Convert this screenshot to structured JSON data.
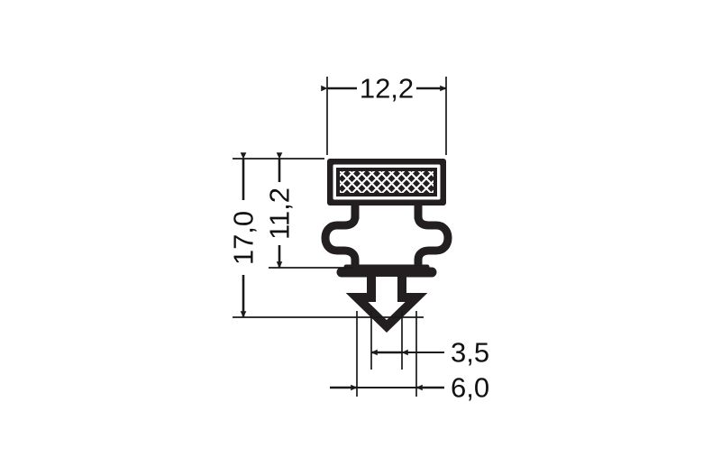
{
  "drawing": {
    "type": "technical-cross-section",
    "subject": "refrigerator door gasket profile",
    "background_color": "#ffffff",
    "line_color": "#1a1a1a",
    "profile_color": "#231f20",
    "units": "mm",
    "decimal_separator": "comma"
  },
  "dimensions": {
    "overall_width": {
      "label": "12,2",
      "orientation": "horizontal",
      "position": "top",
      "arrow_style": "outward-from-center"
    },
    "overall_height": {
      "label": "17,0",
      "orientation": "vertical",
      "position": "left-outer",
      "arrow_style": "outward-from-center"
    },
    "magnet_to_wing_height": {
      "label": "11,2",
      "orientation": "vertical",
      "position": "left-inner",
      "arrow_style": "outward-from-center"
    },
    "stem_width": {
      "label": "3,5",
      "orientation": "horizontal",
      "position": "bottom-upper",
      "arrow_style": "outward-from-center"
    },
    "barb_width": {
      "label": "6,0",
      "orientation": "horizontal",
      "position": "bottom-lower",
      "arrow_style": "inward-from-outside"
    }
  },
  "features": {
    "magnet_housing": {
      "name": "magnet-housing",
      "description": "rectangular magnet pocket with cross-hatched mesh fill",
      "fill_pattern": "diagonal-cross-hatch"
    },
    "wing_section": {
      "name": "wing-section",
      "description": "cross shaped bellows with rounded side lobes"
    },
    "barb": {
      "name": "retention-barb",
      "description": "downward arrow shaped retention dart"
    }
  }
}
